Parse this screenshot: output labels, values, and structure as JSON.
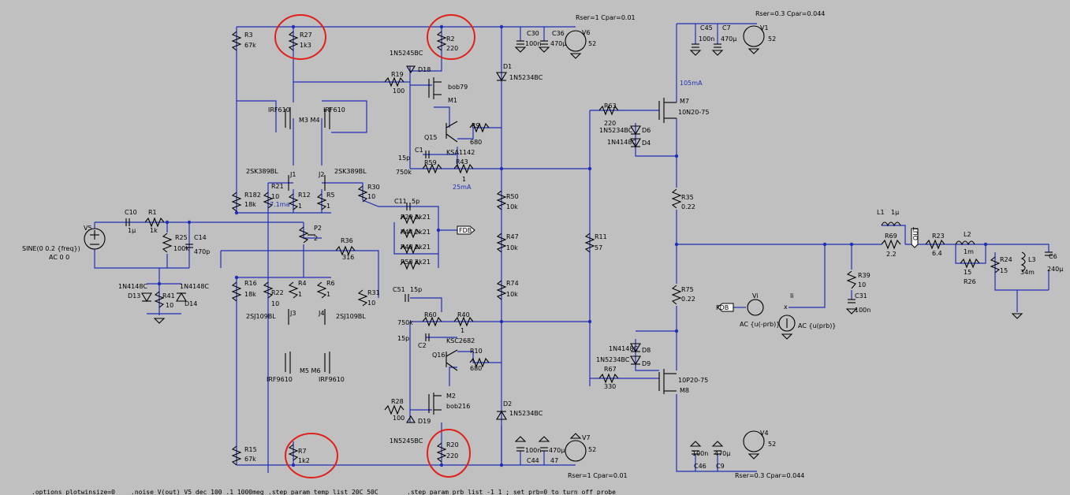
{
  "labels": {
    "R3": "R3",
    "R3_v": "67k",
    "R27": "R27",
    "R27_v": "1k3",
    "R2": "R2",
    "R2_v": "220",
    "D18": "D18",
    "D18_t": "1N5245BC",
    "C30": "C30",
    "C30_v": "100n",
    "C36": "C36",
    "C36_v": "470µ",
    "V6": "V6",
    "V6_v": "52",
    "rser_top": "Rser=1 Cpar=0.01",
    "C45": "C45",
    "C45_v": "100n",
    "C7": "C7",
    "C7_v": "470µ",
    "V1": "V1",
    "V1_v": "52",
    "rser_top2": "Rser=0.3 Cpar=0.044",
    "D1": "D1",
    "D1_t": "1N5234BC",
    "R19": "R19",
    "R19_v": "100",
    "M1": "M1",
    "bob79": "bob79",
    "i105": "105mA",
    "M7": "M7",
    "M7_t": "10N20-75",
    "R63": "R63",
    "R63_v": "220",
    "D6": "D6",
    "D6_t": "1N5234BC",
    "D4": "D4",
    "D4_t": "1N4148C",
    "irf610a": "IRF610",
    "irf610b": "IRF610",
    "m3m4": "M3 M4",
    "Q15": "Q15",
    "Q15_t": "KSA1142",
    "R9": "R9",
    "R9_v": "680",
    "C1": "C1",
    "C1_v": "15p",
    "R59": "R59",
    "R59_v": "750k",
    "R43": "R43",
    "R43_v": "1",
    "i25": "25mA",
    "J1": "J1",
    "J2": "J2",
    "jf1": "2SK389BL",
    "jf2": "2SK389BL",
    "R182": "R182",
    "R182_v": "18k",
    "R21": "R21",
    "R21_v": "10",
    "i71": "7.1ma",
    "R12": "R12",
    "R12_v": "1",
    "R5": "R5",
    "R5_v": "1",
    "R30": "R30",
    "R30_v": "10",
    "C11": "C11",
    "C11_v": "5p",
    "R29": "R29",
    "R29_v": "2k21",
    "R44": "R44",
    "R44_v": "2k21",
    "R48": "R48",
    "R48_v": "2k21",
    "R53": "R53",
    "R53_v": "2k21",
    "fdb": "FDB",
    "R50": "R50",
    "R50_v": "10k",
    "R47": "R47",
    "R47_v": "10k",
    "R74": "R74",
    "R74_v": "10k",
    "R11": "R11",
    "R11_v": "57",
    "R35": "R35",
    "R35_v": "0.22",
    "R75": "R75",
    "R75_v": "0.22",
    "C10": "C10",
    "C10_v": "1µ",
    "R1": "R1",
    "R1_v": "1k",
    "R25": "R25",
    "R25_v": "100k",
    "C14": "C14",
    "C14_v": "470p",
    "V5": "V5",
    "V5_sine": "SINE(0 0.2 {freq})",
    "V5_ac": "AC 0 0",
    "P2": "P2",
    "P2_v": "2",
    "R36": "R36",
    "R36_v": "316",
    "L1": "L1",
    "L1_v": "1µ",
    "R69": "R69",
    "R69_v": "2.2",
    "out": "OUT",
    "R23": "R23",
    "R23_v": "6.4",
    "L2": "L2",
    "L2_v": "1m",
    "R26": "R26",
    "R26_v": "15",
    "R24": "R24",
    "R24_v": "15",
    "L3": "L3",
    "L3_v": "34m",
    "C6": "C6",
    "C6_v": "240µ",
    "R39": "R39",
    "R39_v": "10",
    "C31": "C31",
    "C31_v": "100n",
    "D13": "D13",
    "D13_t": "1N4148C",
    "D14": "D14",
    "D14_t": "1N4148C",
    "R41": "R41",
    "R41_v": "10",
    "R16": "R16",
    "R16_v": "18k",
    "R22": "R22",
    "R22_v": "10",
    "R4": "R4",
    "R4_v": "1",
    "R6": "R6",
    "R6_v": "1",
    "R31": "R31",
    "R31_v": "10",
    "C51": "C51",
    "C51_v": "15p",
    "J3": "J3",
    "J4": "J4",
    "jp1": "2SJ109BL",
    "jp2": "2SJ109BL",
    "R60": "R60",
    "R60_v": "750k",
    "R40": "R40",
    "R40_v": "1",
    "C2": "C2",
    "C2_v": "15p",
    "Q16": "Q16",
    "Q16_t": "KSC2682",
    "R10": "R10",
    "R10_v": "680",
    "fdb2": "FDB",
    "Vi": "Vi",
    "Vi_ac": "AC {u(-prb)}",
    "Ii": "Ii",
    "Ii_ac": "AC {u(prb)}",
    "x": "x",
    "D8": "D8",
    "D8_t": "1N4148C",
    "D9": "D9",
    "D9_t": "1N5234BC",
    "R67": "R67",
    "R67_v": "330",
    "M8": "M8",
    "M8_t": "10P20-75",
    "m5m6": "M5 M6",
    "irf9610a": "IRF9610",
    "irf9610b": "IRF9610",
    "R28": "R28",
    "R28_v": "100",
    "M2": "M2",
    "bob216": "bob216",
    "D19": "D19",
    "D19_t": "1N5245BC",
    "D2": "D2",
    "D2_t": "1N5234BC",
    "R15": "R15",
    "R15_v": "67k",
    "R7": "R7",
    "R7_v": "1k2",
    "R20": "R20",
    "R20_v": "220",
    "C44": "C44",
    "C44_v": "100n",
    "C47": "47",
    "C47_v": "470µ",
    "V7": "V7",
    "V7_v": "52",
    "rser_bot": "Rser=1 Cpar=0.01",
    "C46": "C46",
    "C46_v": "100n",
    "C9": "C9",
    "C9_v": "470µ",
    "V4": "V4",
    "V4_v": "52",
    "rser_bot2": "Rser=0.3 Cpar=0.044"
  },
  "directives": {
    "d1": ".options plotwinsize=0",
    "d2": ".noise V(out) V5 dec 100 .1 1000meg",
    "d3": ".step param temp list 20C 50C",
    "d4": ".step param prb list -1 1 ; set prb=0 to turn off probe"
  }
}
